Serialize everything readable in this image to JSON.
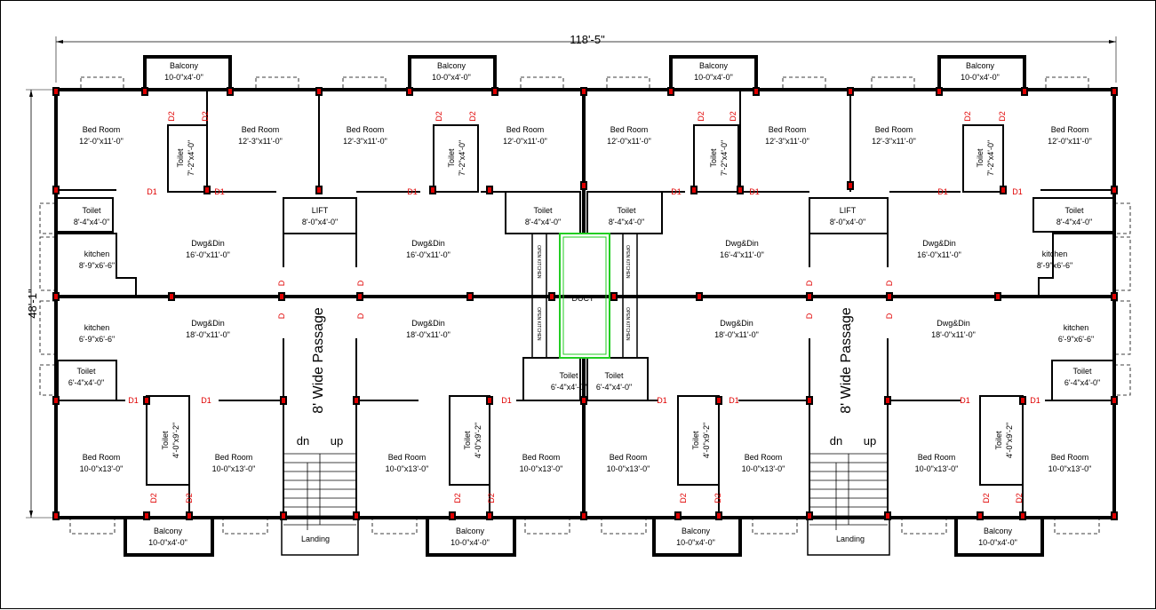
{
  "dimensions": {
    "width_total": "118'-5\"",
    "depth_total": "48'-1\""
  },
  "rooms": [
    {
      "name": "Balcony",
      "size": "10-0\"x4'-0\""
    },
    {
      "name": "Balcony",
      "size": "10-0\"x4'-0\""
    },
    {
      "name": "Balcony",
      "size": "10-0\"x4'-0\""
    },
    {
      "name": "Balcony",
      "size": "10-0\"x4'-0\""
    },
    {
      "name": "Bed Room",
      "size": "12'-0\"x11'-0\""
    },
    {
      "name": "Bed Room",
      "size": "12'-3\"x11'-0\""
    },
    {
      "name": "Bed Room",
      "size": "12'-3\"x11'-0\""
    },
    {
      "name": "Bed Room",
      "size": "12'-0\"x11'-0\""
    },
    {
      "name": "Bed Room",
      "size": "12'-0\"x11'-0\""
    },
    {
      "name": "Bed Room",
      "size": "12'-3\"x11'-0\""
    },
    {
      "name": "Bed Room",
      "size": "12'-3\"x11'-0\""
    },
    {
      "name": "Bed Room",
      "size": "12'-0\"x11'-0\""
    },
    {
      "name": "Toilet",
      "size": "8'-4\"x4'-0\""
    },
    {
      "name": "LIFT",
      "size": "8'-0\"x4'-0\""
    },
    {
      "name": "Toilet",
      "size": "8'-4\"x4'-0\""
    },
    {
      "name": "Toilet",
      "size": "8'-4\"x4'-0\""
    },
    {
      "name": "LIFT",
      "size": "8'-0\"x4'-0\""
    },
    {
      "name": "Toilet",
      "size": "8'-4\"x4'-0\""
    },
    {
      "name": "kitchen",
      "size": "8'-9\"x6'-6\""
    },
    {
      "name": "Dwg&Din",
      "size": "16'-0\"x11'-0\""
    },
    {
      "name": "Dwg&Din",
      "size": "16'-0\"x11'-0\""
    },
    {
      "name": "Dwg&Din",
      "size": "16'-4\"x11'-0\""
    },
    {
      "name": "Dwg&Din",
      "size": "16'-0\"x11'-0\""
    },
    {
      "name": "kitchen",
      "size": "8'-9\"x6'-6\""
    },
    {
      "name": "kitchen",
      "size": "6'-9\"x6'-6\""
    },
    {
      "name": "Dwg&Din",
      "size": "18'-0\"x11'-0\""
    },
    {
      "name": "Dwg&Din",
      "size": "18'-0\"x11'-0\""
    },
    {
      "name": "Dwg&Din",
      "size": "18'-0\"x11'-0\""
    },
    {
      "name": "Dwg&Din",
      "size": "18'-0\"x11'-0\""
    },
    {
      "name": "kitchen",
      "size": "6'-9\"x6'-6\""
    },
    {
      "name": "Toilet",
      "size": "6'-4\"x4'-0\""
    },
    {
      "name": "Toilet",
      "size": "6'-4\"x4'-0\""
    },
    {
      "name": "Toilet",
      "size": "6'-4\"x4'-0\""
    },
    {
      "name": "Toilet",
      "size": "6'-4\"x4'-0\""
    },
    {
      "name": "Bed Room",
      "size": "10-0\"x13'-0\""
    },
    {
      "name": "Bed Room",
      "size": "10-0\"x13'-0\""
    },
    {
      "name": "Bed Room",
      "size": "10-0\"x13'-0\""
    },
    {
      "name": "Bed Room",
      "size": "10-0\"x13'-0\""
    },
    {
      "name": "Bed Room",
      "size": "10-0\"x13'-0\""
    },
    {
      "name": "Bed Room",
      "size": "10-0\"x13'-0\""
    },
    {
      "name": "Bed Room",
      "size": "10-0\"x13'-0\""
    },
    {
      "name": "Bed Room",
      "size": "10-0\"x13'-0\""
    },
    {
      "name": "Balcony",
      "size": "10-0\"x4'-0\""
    },
    {
      "name": "Balcony",
      "size": "10-0\"x4'-0\""
    },
    {
      "name": "Balcony",
      "size": "10-0\"x4'-0\""
    },
    {
      "name": "Balcony",
      "size": "10-0\"x4'-0\""
    }
  ],
  "vertical_toilets": [
    {
      "name": "Toilet",
      "size": "7'-2\"x4'-0\""
    },
    {
      "name": "Toilet",
      "size": "7'-2\"x4'-0\""
    },
    {
      "name": "Toilet",
      "size": "7'-2\"x4'-0\""
    },
    {
      "name": "Toilet",
      "size": "7'-2\"x4'-0\""
    },
    {
      "name": "Toilet",
      "size": "4'-0\"x9'-2\""
    },
    {
      "name": "Toilet",
      "size": "4'-0\"x9'-2\""
    },
    {
      "name": "Toilet",
      "size": "4'-0\"x9'-2\""
    },
    {
      "name": "Toilet",
      "size": "4'-0\"x9'-2\""
    }
  ],
  "duct": "DUCT",
  "open_kitchen": "OPEN KITCHEN",
  "passage": "8' Wide Passage",
  "stair_dn": "dn",
  "stair_up": "up",
  "landing": "Landing",
  "door_d1": "D1",
  "door_d2": "D2",
  "door_d": "D",
  "colors": {
    "wall": "#000000",
    "door_label": "#e00000",
    "duct": "#22cc22"
  }
}
